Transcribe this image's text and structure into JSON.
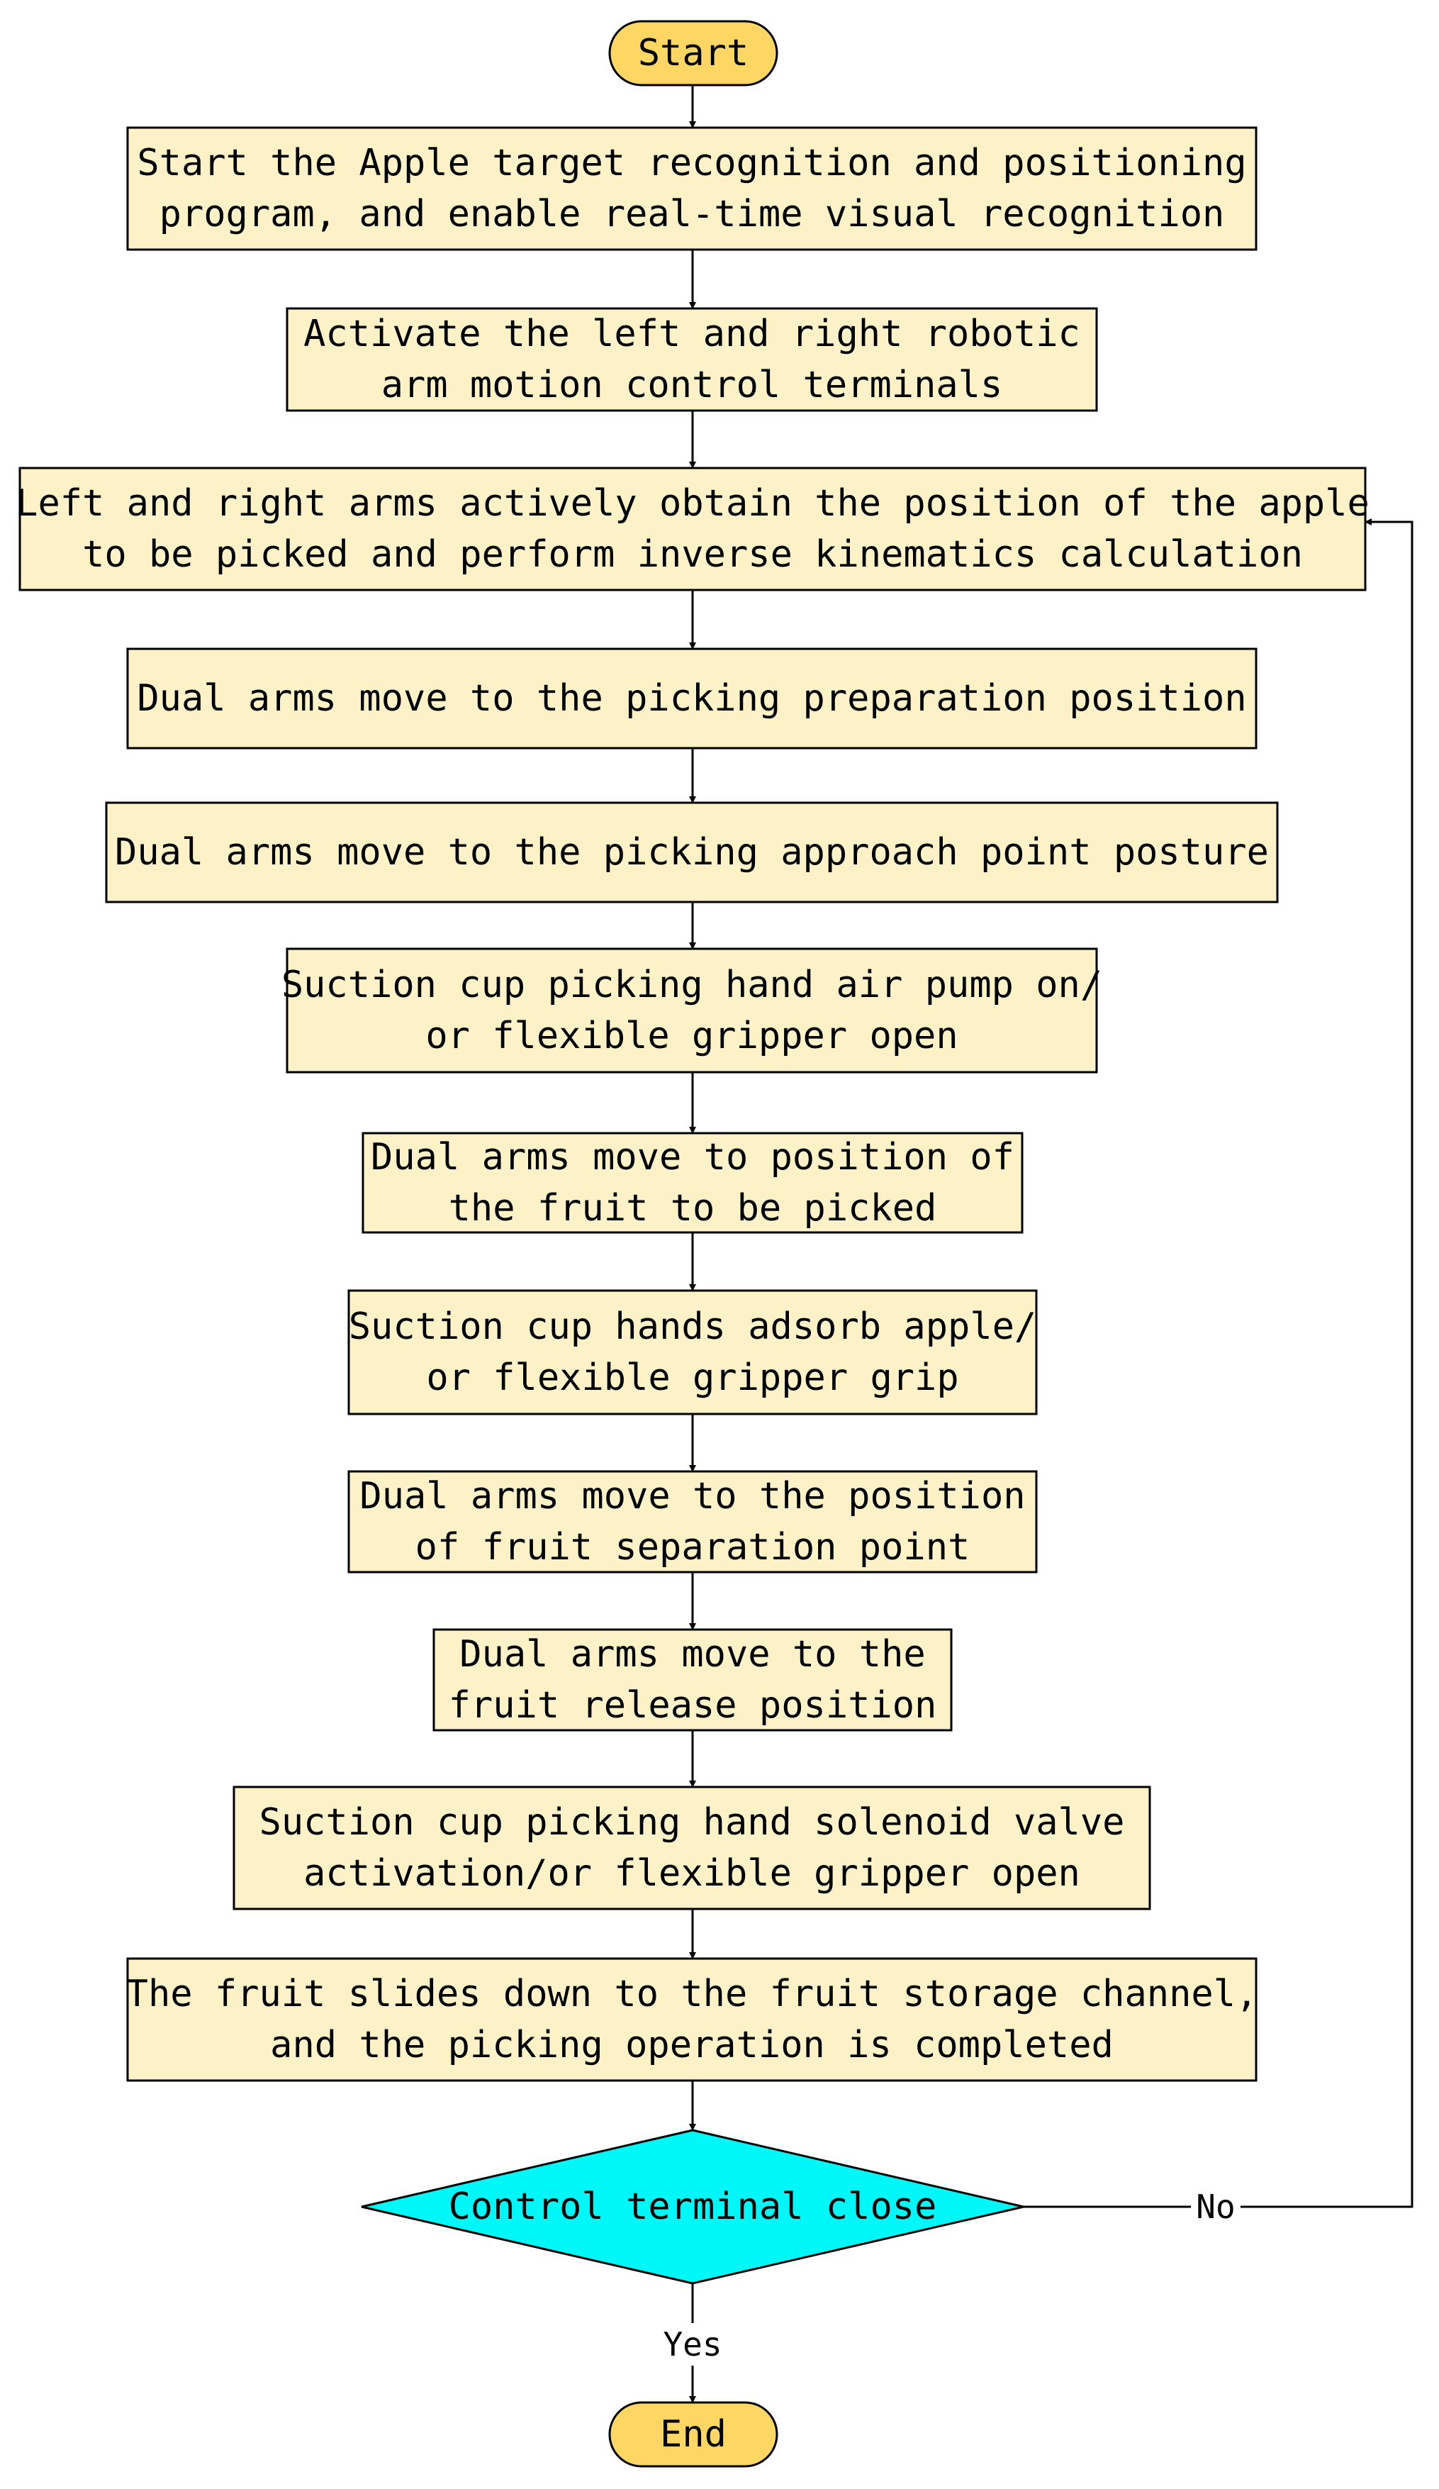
{
  "colors": {
    "terminal_fill": "#fdd663",
    "process_fill": "#fdf1c8",
    "decision_fill": "#00f7f7",
    "stroke": "#000000"
  },
  "nodes": [
    {
      "id": "start",
      "kind": "terminal",
      "lines": [
        "Start"
      ]
    },
    {
      "id": "step1",
      "kind": "process",
      "lines": [
        "Start the Apple target recognition and positioning",
        "program, and enable real-time visual recognition"
      ]
    },
    {
      "id": "step2",
      "kind": "process",
      "lines": [
        "Activate the left and right robotic",
        "arm motion control terminals"
      ]
    },
    {
      "id": "step3",
      "kind": "process",
      "lines": [
        "Left and right arms actively obtain the position of the apple",
        "to be picked and perform inverse kinematics calculation"
      ]
    },
    {
      "id": "step4",
      "kind": "process",
      "lines": [
        "Dual arms move to the picking preparation position"
      ]
    },
    {
      "id": "step5",
      "kind": "process",
      "lines": [
        "Dual arms move to the picking approach point posture"
      ]
    },
    {
      "id": "step6",
      "kind": "process",
      "lines": [
        "Suction cup picking hand air pump on/",
        "or flexible gripper open"
      ]
    },
    {
      "id": "step7",
      "kind": "process",
      "lines": [
        "Dual arms move to position of",
        "the fruit to be picked"
      ]
    },
    {
      "id": "step8",
      "kind": "process",
      "lines": [
        "Suction cup hands adsorb apple/",
        "or flexible gripper grip"
      ]
    },
    {
      "id": "step9",
      "kind": "process",
      "lines": [
        "Dual arms move to the position",
        "of fruit separation point"
      ]
    },
    {
      "id": "step10",
      "kind": "process",
      "lines": [
        "Dual arms move to the",
        "fruit release position"
      ]
    },
    {
      "id": "step11",
      "kind": "process",
      "lines": [
        "Suction cup picking hand solenoid valve",
        "activation/or flexible gripper open"
      ]
    },
    {
      "id": "step12",
      "kind": "process",
      "lines": [
        "The fruit slides down to the fruit storage channel,",
        "and the picking operation is completed"
      ]
    },
    {
      "id": "decision",
      "kind": "decision",
      "lines": [
        "Control terminal close"
      ]
    },
    {
      "id": "end",
      "kind": "terminal",
      "lines": [
        "End"
      ]
    }
  ],
  "edges": [
    {
      "from": "start",
      "to": "step1",
      "label": ""
    },
    {
      "from": "step1",
      "to": "step2",
      "label": ""
    },
    {
      "from": "step2",
      "to": "step3",
      "label": ""
    },
    {
      "from": "step3",
      "to": "step4",
      "label": ""
    },
    {
      "from": "step4",
      "to": "step5",
      "label": ""
    },
    {
      "from": "step5",
      "to": "step6",
      "label": ""
    },
    {
      "from": "step6",
      "to": "step7",
      "label": ""
    },
    {
      "from": "step7",
      "to": "step8",
      "label": ""
    },
    {
      "from": "step8",
      "to": "step9",
      "label": ""
    },
    {
      "from": "step9",
      "to": "step10",
      "label": ""
    },
    {
      "from": "step10",
      "to": "step11",
      "label": ""
    },
    {
      "from": "step11",
      "to": "step12",
      "label": ""
    },
    {
      "from": "step12",
      "to": "decision",
      "label": ""
    },
    {
      "from": "decision",
      "to": "end",
      "label": "Yes"
    },
    {
      "from": "decision",
      "to": "step3",
      "label": "No"
    }
  ]
}
